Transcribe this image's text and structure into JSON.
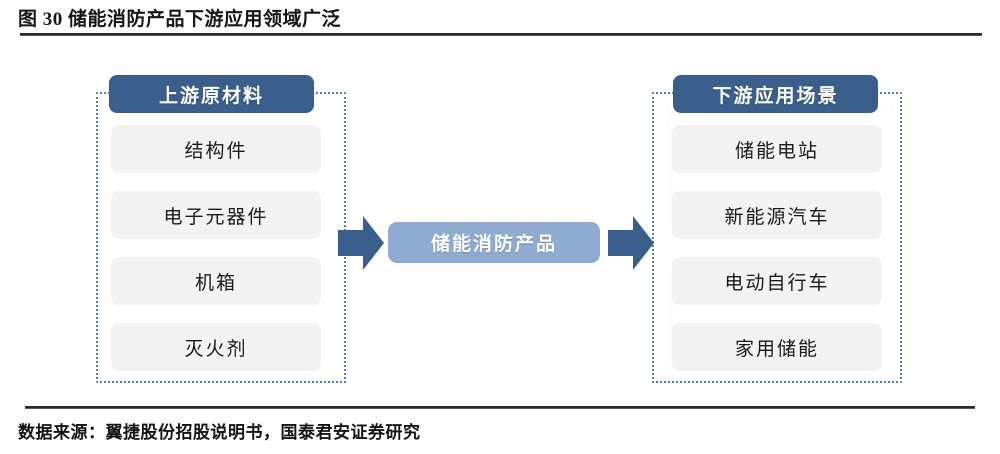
{
  "figure": {
    "title": "图 30 储能消防产品下游应用领域广泛",
    "source_note": "数据来源：翼捷股份招股说明书，国泰君安证券研究"
  },
  "colors": {
    "header_blue": "#3b5f8c",
    "center_blue": "#8fabd0",
    "arrow_blue": "#3b5f8c",
    "chip_gray": "#f2f2f2",
    "dotted_border": "#5579b4",
    "rule_dark": "#2b2b2b"
  },
  "diagram": {
    "type": "value-chain-flow",
    "upstream": {
      "header": "上游原材料",
      "items": [
        {
          "label": "结构件"
        },
        {
          "label": "电子元器件"
        },
        {
          "label": "机箱"
        },
        {
          "label": "灭火剂"
        }
      ]
    },
    "center": {
      "label": "储能消防产品"
    },
    "downstream": {
      "header": "下游应用场景",
      "items": [
        {
          "label": "储能电站"
        },
        {
          "label": "新能源汽车"
        },
        {
          "label": "电动自行车"
        },
        {
          "label": "家用储能"
        }
      ]
    },
    "arrows": [
      {
        "name": "upstream-to-center",
        "direction": "right"
      },
      {
        "name": "center-to-downstream",
        "direction": "right"
      }
    ]
  }
}
